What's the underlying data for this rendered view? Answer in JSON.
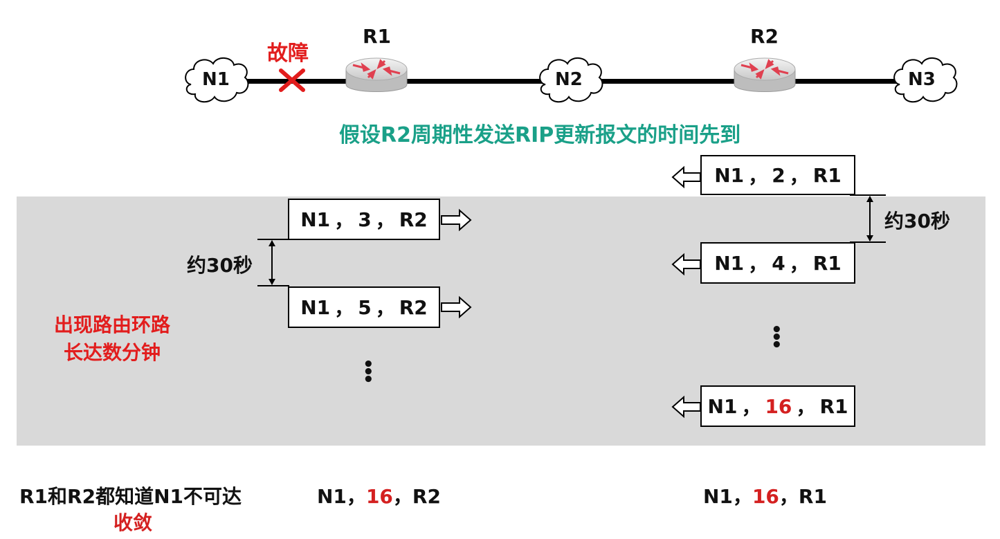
{
  "topology": {
    "networks": [
      {
        "label": "N1"
      },
      {
        "label": "N2"
      },
      {
        "label": "N3"
      }
    ],
    "routers": [
      {
        "label": "R1"
      },
      {
        "label": "R2"
      }
    ],
    "fault_label": "故障",
    "assumption": "假设R2周期性发送RIP更新报文的时间先到"
  },
  "left_updates": {
    "msg1": {
      "net": "N1",
      "metric": "3",
      "router": "R2"
    },
    "msg2": {
      "net": "N1",
      "metric": "5",
      "router": "R2"
    },
    "interval": "约30秒",
    "ellipsis": "⋮"
  },
  "right_updates": {
    "msg1": {
      "net": "N1",
      "metric": "2",
      "router": "R1"
    },
    "msg2": {
      "net": "N1",
      "metric": "4",
      "router": "R1"
    },
    "msg3": {
      "net": "N1",
      "metric": "16",
      "router": "R1"
    },
    "interval": "约30秒",
    "ellipsis": "⋮"
  },
  "loop_note": {
    "line1": "出现路由环路",
    "line2": "长达数分钟"
  },
  "result": {
    "statement": "R1和R2都知道N1不可达",
    "converged": "收敛",
    "left": {
      "net": "N1",
      "metric": "16",
      "router": "R2"
    },
    "right": {
      "net": "N1",
      "metric": "16",
      "router": "R1"
    }
  },
  "separator": "，",
  "colors": {
    "fault": "#e21d1d",
    "assume": "#1aa088",
    "highlight": "#d42020",
    "band": "#d9d9d9"
  }
}
